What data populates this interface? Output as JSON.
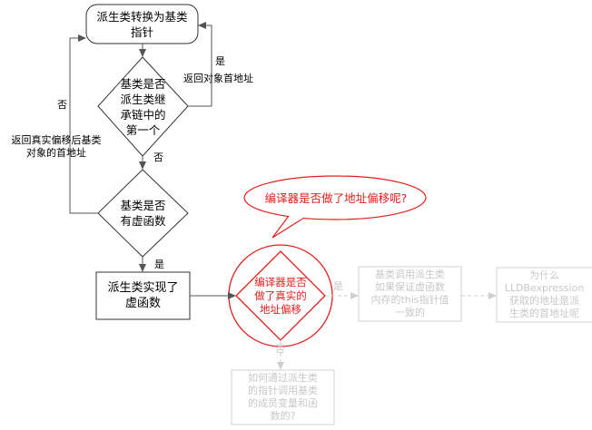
{
  "nodes": {
    "start": "派生类转换为基类\n指针",
    "diamond1": "基类是否\n派生类继\n承链中的\n第一个",
    "diamond2": "基类是否\n有虚函数",
    "virtual_impl": "派生类实现了\n虚函数",
    "compiler_offset": "编译器是否\n做了真实的\n地址偏移",
    "cloud": "编译器是否做了地址偏移呢?",
    "call_base": "基类调用派生类\n如果保证虚函数\n内存的this指针值\n一致的",
    "why_lldb": "为什么\nLLDBexpression\n获取的地址是派\n生类的首地址呢",
    "access_members": "如何通过派生类\n的指针调用基类\n的成员变量和函\n数的?"
  },
  "labels": {
    "yes1": "是",
    "return_first": "返回对象首地址",
    "no_left": "否",
    "return_offset": "返回真实偏移后基类\n对象的首地址",
    "no1": "否",
    "yes2": "是",
    "yes3": "是",
    "no3": "否"
  },
  "colors": {
    "line": "#333333",
    "faded": "#c8c8c8",
    "red": "#e0201c"
  }
}
